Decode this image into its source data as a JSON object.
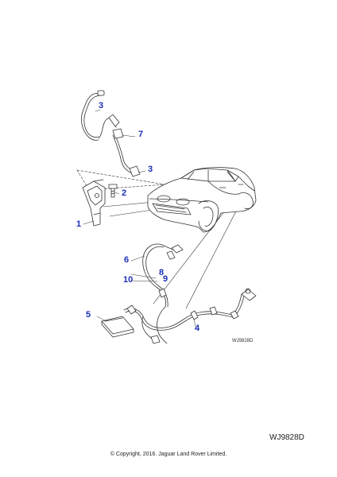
{
  "callouts": {
    "c1": "1",
    "c2": "2",
    "c3a": "3",
    "c3b": "3",
    "c4": "4",
    "c5": "5",
    "c6": "6",
    "c7": "7",
    "c8": "8",
    "c9": "9",
    "c10": "10"
  },
  "diagram_ref_small": "WJ9828D",
  "diagram_ref": "WJ9828D",
  "copyright": "© Copyright, 2016. Jaguar Land Rover Limited.",
  "colors": {
    "callout": "#1a2fb8",
    "line": "#333333"
  }
}
